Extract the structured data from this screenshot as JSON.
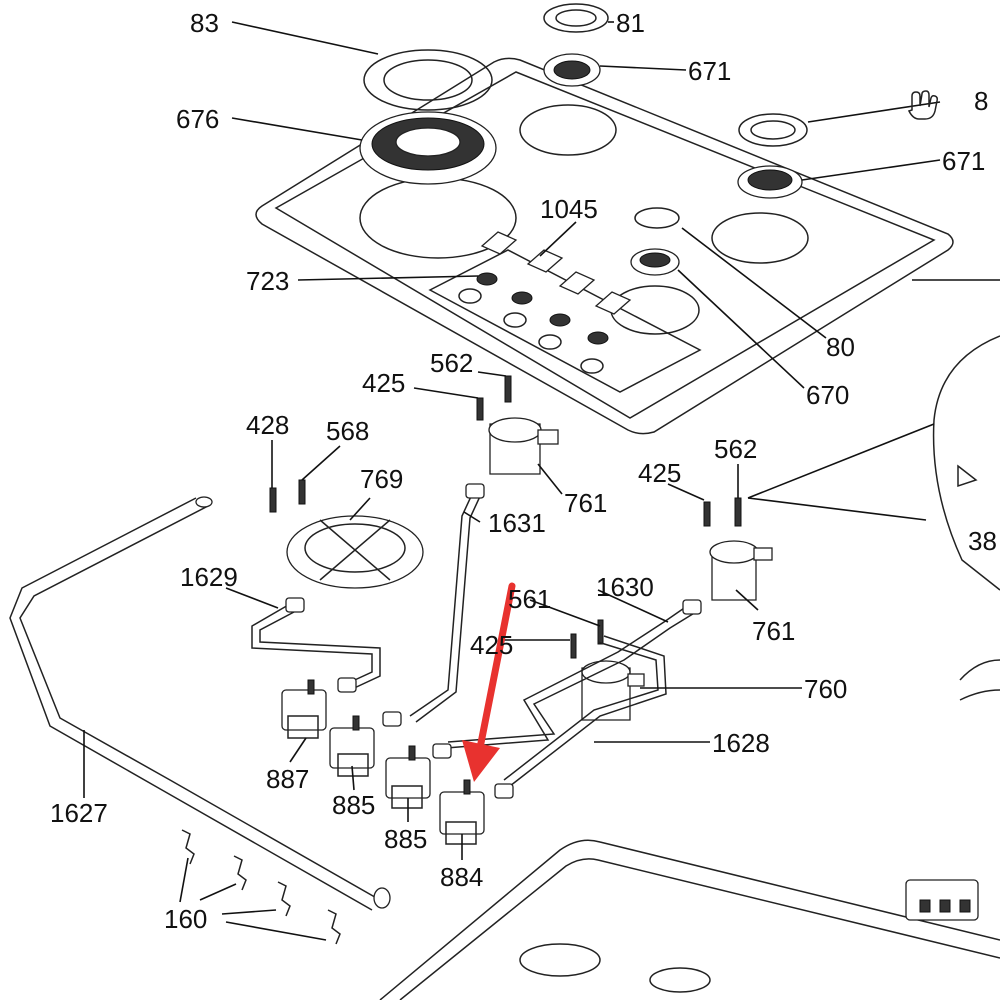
{
  "labels": {
    "l83": "83",
    "l81": "81",
    "l671a": "671",
    "l8": "8",
    "l676": "676",
    "l671b": "671",
    "l1045": "1045",
    "l723": "723",
    "l80": "80",
    "l670": "670",
    "l425a": "425",
    "l562a": "562",
    "l428": "428",
    "l568": "568",
    "l769": "769",
    "l761a": "761",
    "l1631": "1631",
    "l425b": "425",
    "l562b": "562",
    "l38": "38",
    "l1629": "1629",
    "l561": "561",
    "l1630": "1630",
    "l761b": "761",
    "l425c": "425",
    "l760": "760",
    "l1628": "1628",
    "l887": "887",
    "l885a": "885",
    "l885b": "885",
    "l884": "884",
    "l1627": "1627",
    "l160": "160"
  },
  "colors": {
    "line": "#111111",
    "highlight_arrow": "#e8322f",
    "background": "#ffffff"
  },
  "highlight": {
    "target_part": "884",
    "icon": "red-arrow-pointer"
  },
  "icons": {
    "pointer": "hand-pointer-icon"
  }
}
